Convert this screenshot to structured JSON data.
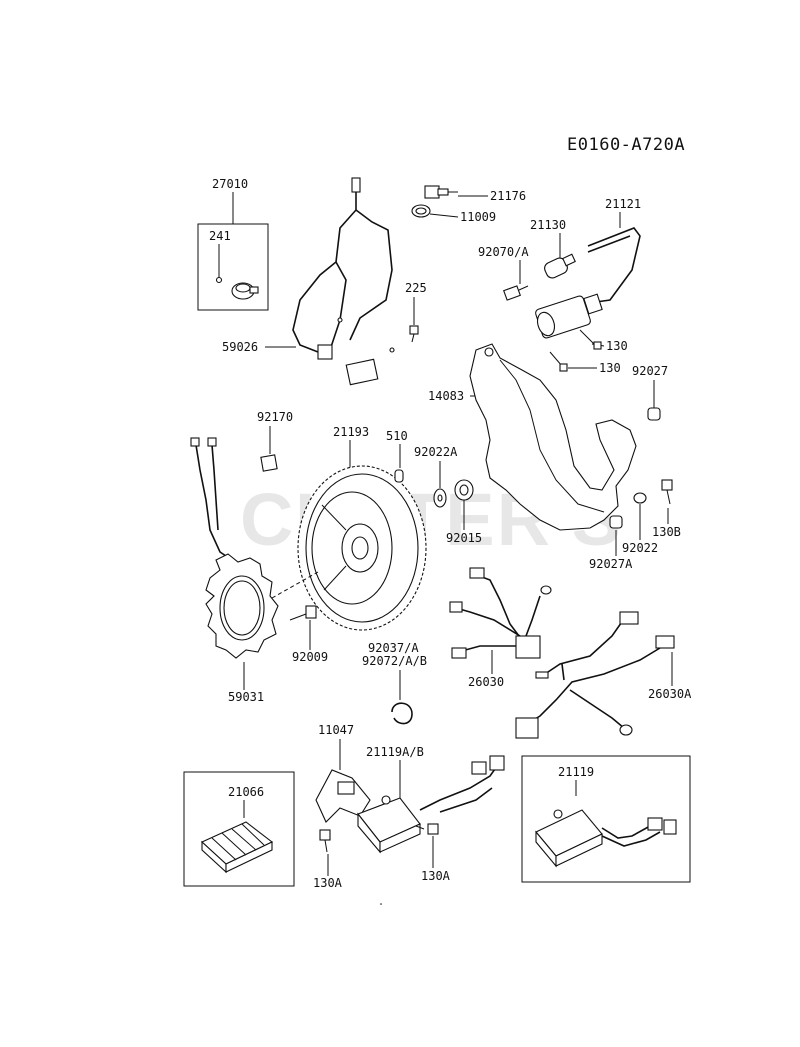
{
  "diagram_code": "E0160-A720A",
  "watermark": "CUTTER'S",
  "callouts": {
    "c27010": "27010",
    "c241": "241",
    "c59026": "59026",
    "c225": "225",
    "c21176": "21176",
    "c11009": "11009",
    "c21121": "21121",
    "c21130": "21130",
    "c92070a": "92070/A",
    "c130_top": "130",
    "c130_mid": "130",
    "c14083": "14083",
    "c92027": "92027",
    "c92170": "92170",
    "c21193": "21193",
    "c510": "510",
    "c92022a": "92022A",
    "c92015": "92015",
    "c130b": "130B",
    "c92022": "92022",
    "c92027a": "92027A",
    "c92009": "92009",
    "c59031": "59031",
    "c92037a": "92037/A",
    "c92072ab": "92072/A/B",
    "c26030": "26030",
    "c26030a": "26030A",
    "c11047": "11047",
    "c21119ab": "21119A/B",
    "c21066": "21066",
    "c130a_left": "130A",
    "c130a_right": "130A",
    "c21119": "21119"
  }
}
